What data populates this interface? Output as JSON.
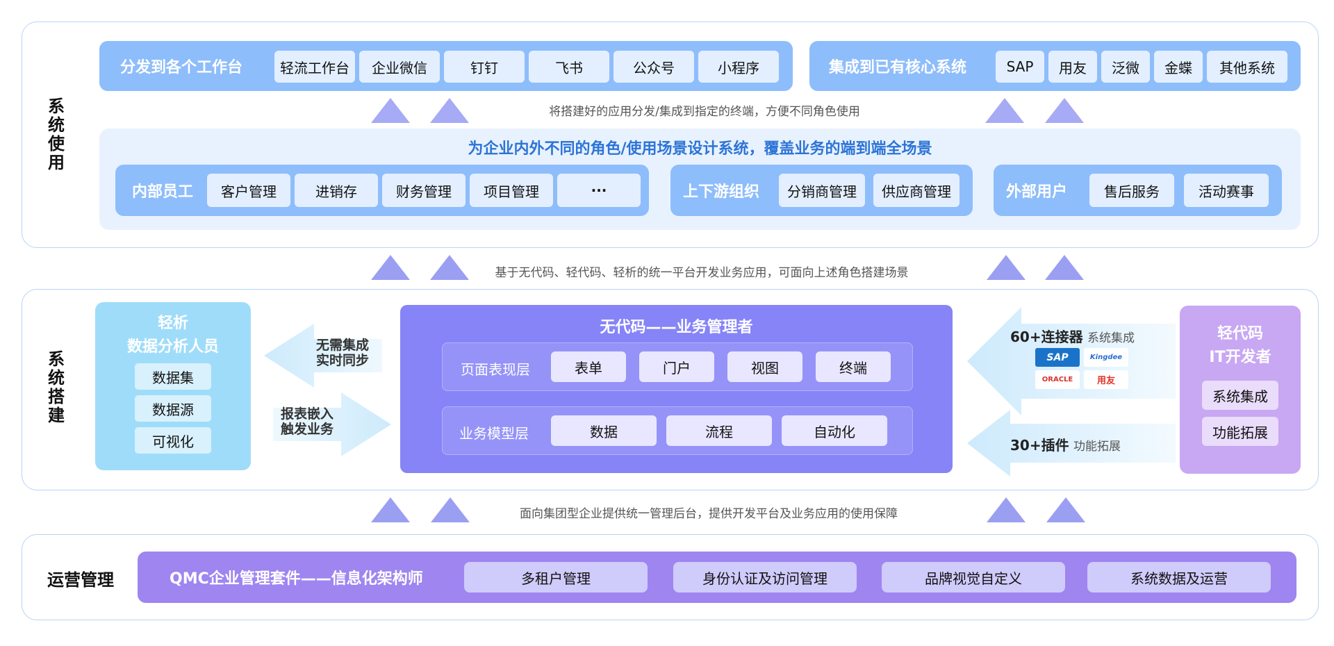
{
  "colors": {
    "accent_blue": "#8ebdfb",
    "light_blue": "#e8f2ff",
    "purple": "#8684f7",
    "violet": "#c8a7f3",
    "cyan": "#9fdcfa",
    "qmc": "#9f85f0"
  },
  "sections": {
    "usage": {
      "label": "系\n统\n使\n用"
    },
    "build": {
      "label": "系\n统\n搭\n建"
    },
    "ops": {
      "label": "运营管理"
    }
  },
  "distribute": {
    "title": "分发到各个工作台",
    "items": [
      "轻流工作台",
      "企业微信",
      "钉钉",
      "飞书",
      "公众号",
      "小程序"
    ]
  },
  "integrate": {
    "title": "集成到已有核心系统",
    "items": [
      "SAP",
      "用友",
      "泛微",
      "金蝶",
      "其他系统"
    ]
  },
  "notes": {
    "n1": "将搭建好的应用分发/集成到指定的终端，方便不同角色使用",
    "n2": "基于无代码、轻代码、轻析的统一平台开发业务应用，可面向上述角色搭建场景",
    "n3": "面向集团型企业提供统一管理后台，提供开发平台及业务应用的使用保障"
  },
  "scenes": {
    "headline": "为企业内外不同的角色/使用场景设计系统，覆盖业务的端到端全场景",
    "internal": {
      "title": "内部员工",
      "items": [
        "客户管理",
        "进销存",
        "财务管理",
        "项目管理",
        "···"
      ]
    },
    "updown": {
      "title": "上下游组织",
      "items": [
        "分销商管理",
        "供应商管理"
      ]
    },
    "external": {
      "title": "外部用户",
      "items": [
        "售后服务",
        "活动赛事"
      ]
    }
  },
  "analytics": {
    "title1": "轻析",
    "title2": "数据分析人员",
    "items": [
      "数据集",
      "数据源",
      "可视化"
    ]
  },
  "arrows": {
    "left_top": "无需集成\n实时同步",
    "left_bottom": "报表嵌入\n触发业务",
    "right_top_main": "60+连接器",
    "right_top_sub": "系统集成",
    "right_bottom_main": "30+插件",
    "right_bottom_sub": "功能拓展"
  },
  "logos": [
    "SAP",
    "Kingdee",
    "ORACLE",
    "用友"
  ],
  "nocode": {
    "title": "无代码——业务管理者",
    "layer1": {
      "label": "页面表现层",
      "items": [
        "表单",
        "门户",
        "视图",
        "终端"
      ]
    },
    "layer2": {
      "label": "业务模型层",
      "items": [
        "数据",
        "流程",
        "自动化"
      ]
    }
  },
  "lowcode": {
    "title1": "轻代码",
    "title2": "IT开发者",
    "items": [
      "系统集成",
      "功能拓展"
    ]
  },
  "qmc": {
    "title": "QMC企业管理套件——信息化架构师",
    "items": [
      "多租户管理",
      "身份认证及访问管理",
      "品牌视觉自定义",
      "系统数据及运营"
    ]
  }
}
